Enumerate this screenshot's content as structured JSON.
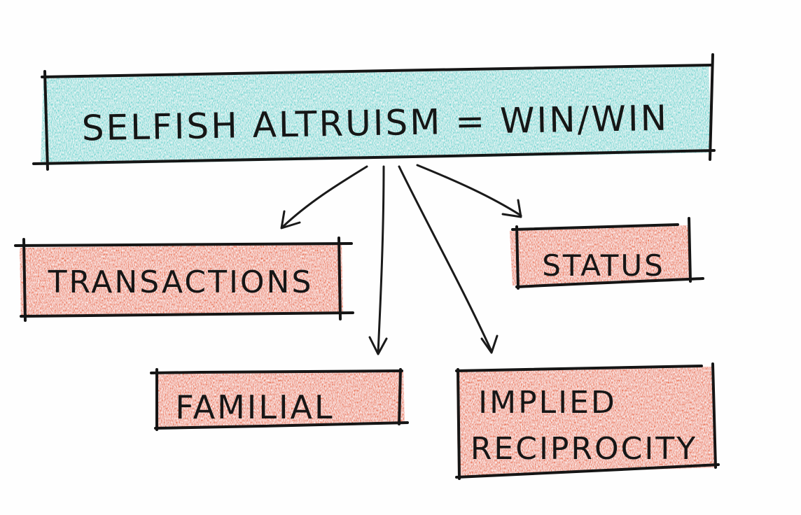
{
  "diagram": {
    "colors": {
      "root_fill": "#5fd3cf",
      "child_fill": "#ea6a3f",
      "ink": "#161616"
    },
    "root": {
      "label": "SELFISH ALTRUISM = WIN/WIN"
    },
    "children": [
      {
        "id": "transactions",
        "label": "TRANSACTIONS"
      },
      {
        "id": "status",
        "label": "STATUS"
      },
      {
        "id": "familial",
        "label": "FAMILIAL"
      },
      {
        "id": "implied-reciprocity",
        "label_line1": "IMPLIED",
        "label_line2": "RECIPROCITY"
      }
    ]
  }
}
